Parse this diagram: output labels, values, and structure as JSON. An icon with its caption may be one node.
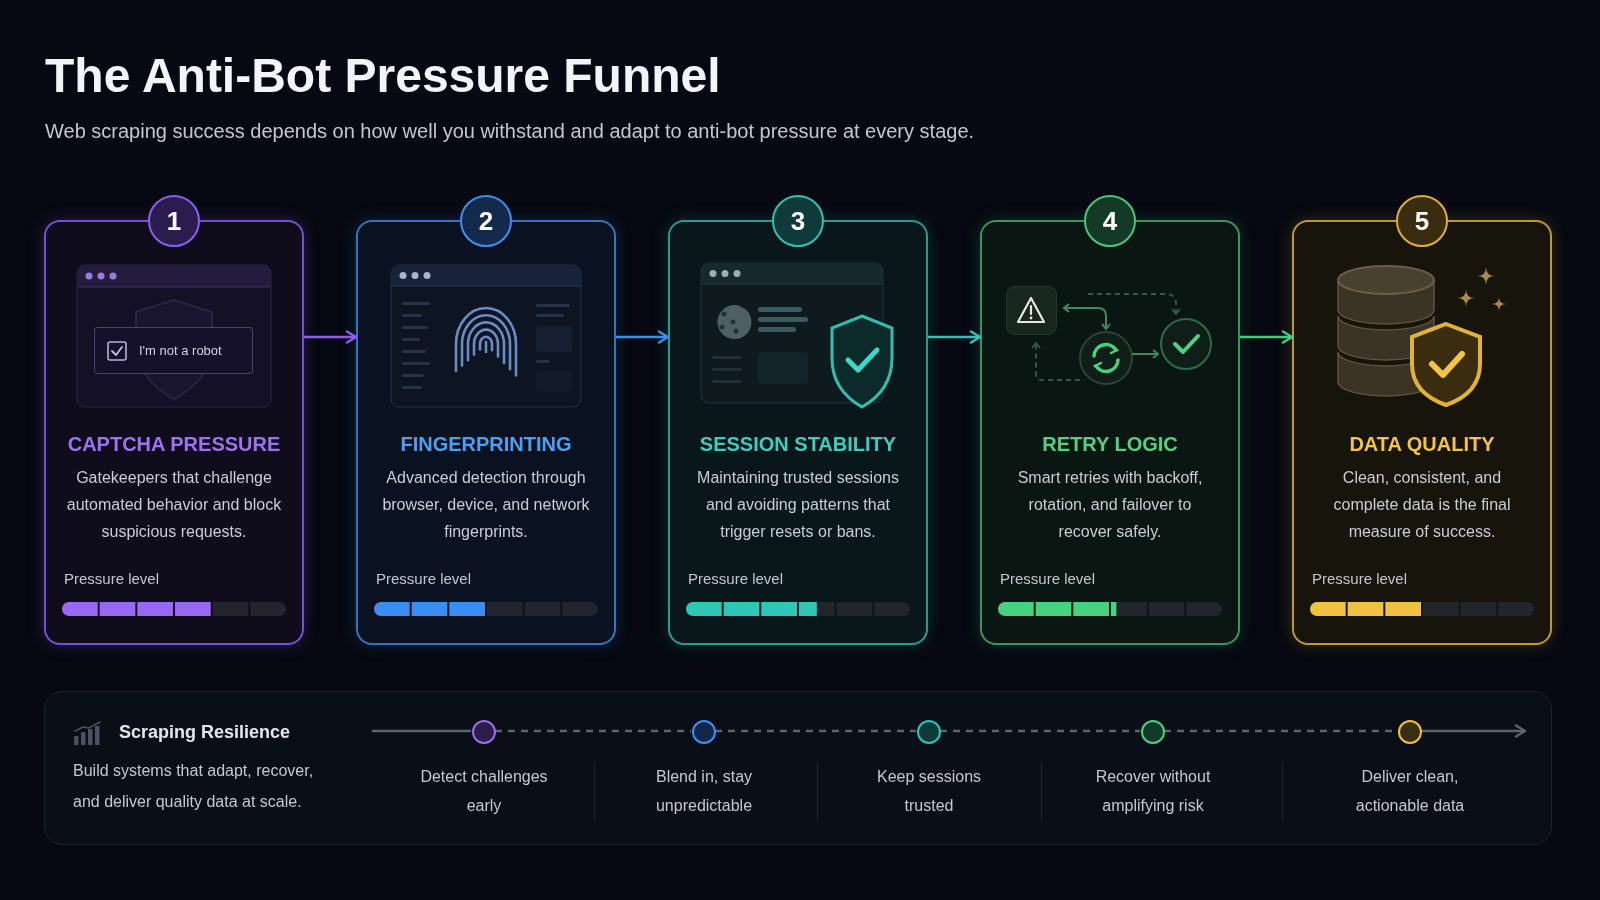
{
  "diagram": {
    "title": "The Anti-Bot Pressure Funnel",
    "nodes": [
      {
        "text": [
          "1",
          "CAPTCHA PRESSURE",
          "Gatekeepers that challenge automated behavior and block suspicious requests.",
          "Pressure level"
        ]
      },
      {
        "text": [
          "I'm not a robot"
        ],
        "in": 0
      },
      {
        "text": [
          "2",
          "FINGERPRINTING",
          "Advanced detection through browser, device, and network fingerprints.",
          "Pressure level"
        ]
      },
      {
        "text": [
          "3",
          "SESSION STABILITY",
          "Maintaining trusted sessions and avoiding patterns that trigger resets or bans.",
          "Pressure level"
        ]
      },
      {
        "text": [
          "4",
          "RETRY LOGIC",
          "Smart retries with backoff, rotation, and failover to recover safely.",
          "Pressure level"
        ]
      },
      {
        "text": [
          "5",
          "DATA QUALITY",
          "Clean, consistent, and complete data is the final measure of success.",
          "Pressure level"
        ]
      },
      {
        "text": [
          "Scraping Resilience",
          "Build systems that adapt, recover, and deliver quality data at scale."
        ]
      },
      {
        "text": [],
        "shape": "circle",
        "in": 6,
        "beside": [
          "Detect challenges early"
        ]
      },
      {
        "text": [],
        "shape": "circle",
        "in": 6,
        "beside": [
          "Blend in, stay unpredictable"
        ]
      },
      {
        "text": [],
        "shape": "circle",
        "in": 6,
        "beside": [
          "Keep sessions trusted"
        ]
      },
      {
        "text": [],
        "shape": "circle",
        "in": 6,
        "beside": [
          "Recover without amplifying risk"
        ]
      },
      {
        "text": [],
        "shape": "circle",
        "in": 6,
        "beside": [
          "Deliver clean, actionable data"
        ]
      }
    ],
    "edges": [
      {
        "from": 0,
        "to": 2,
        "arrow": "to",
        "color": "#8b5cf6"
      },
      {
        "from": 2,
        "to": 3,
        "arrow": "to",
        "color": "#3b8fe8"
      },
      {
        "from": 3,
        "to": 4,
        "arrow": "to",
        "color": "#2ec4b6"
      },
      {
        "from": 4,
        "to": 5,
        "arrow": "to",
        "color": "#3fcf7f"
      },
      {
        "from": null,
        "to": 7,
        "arrow": "none"
      },
      {
        "from": 7,
        "to": 8,
        "arrow": "none",
        "style": "dashed"
      },
      {
        "from": 8,
        "to": 9,
        "arrow": "none",
        "style": "dashed"
      },
      {
        "from": 9,
        "to": 10,
        "arrow": "none",
        "style": "dashed"
      },
      {
        "from": 10,
        "to": 11,
        "arrow": "none",
        "style": "dashed"
      },
      {
        "from": 11,
        "to": null,
        "arrow": "to"
      }
    ],
    "labels": [
      "Web scraping success depends on how well you withstand and adapt to anti-bot pressure at every stage."
    ]
  }
}
